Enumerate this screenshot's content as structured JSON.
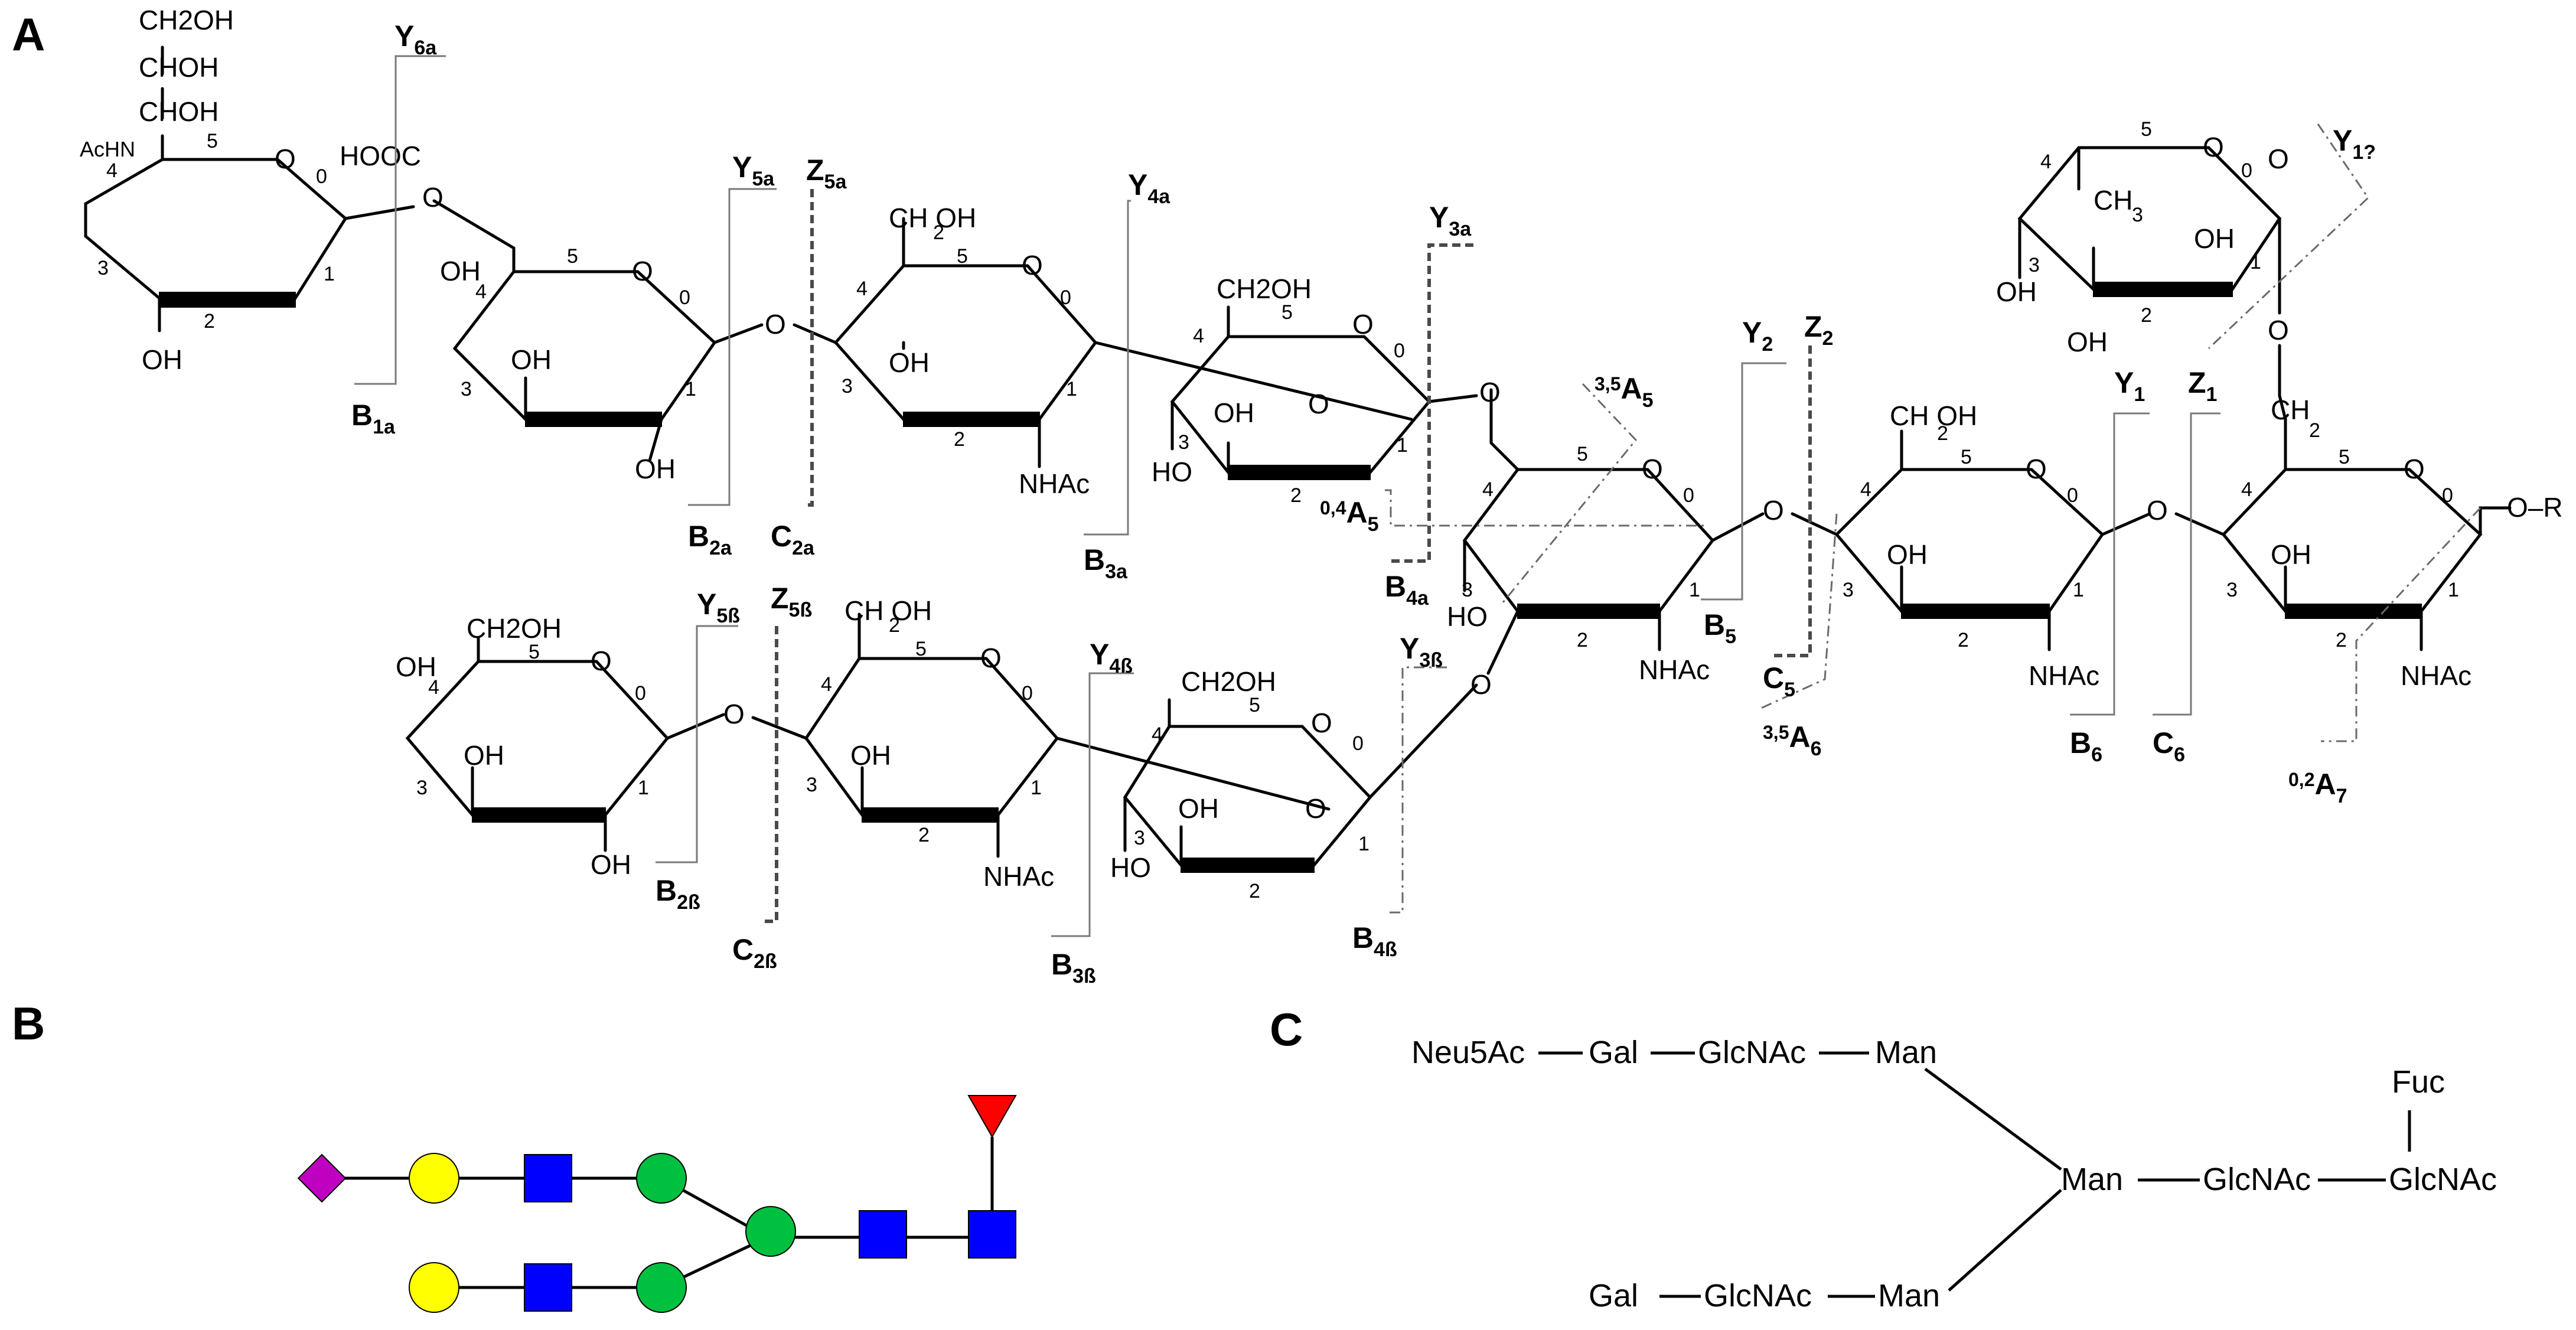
{
  "panels": {
    "A": "A",
    "B": "B",
    "C": "C"
  },
  "structure_A": {
    "sia": {
      "side_chain": [
        "CH2OH",
        "CHOH",
        "CHOH"
      ],
      "acetamido": "AcHN",
      "carboxyl": "HOOC",
      "hydroxyl": "OH",
      "ring_oxygen": "O",
      "numbers": [
        "5",
        "4",
        "3",
        "2",
        "1",
        "0"
      ]
    },
    "gal_a": {
      "hydroxyls": [
        "OH",
        "OH",
        "OH"
      ],
      "ring_oxygen": "O",
      "numbers": [
        "5",
        "4",
        "3",
        "1",
        "0"
      ]
    },
    "glcnac_a": {
      "ch2oh": "CH  OH",
      "ch2oh_sub": "2",
      "hydroxyl": "OH",
      "nhac": "NHAc",
      "ring_oxygen": "O",
      "numbers": [
        "5",
        "4",
        "3",
        "2",
        "1",
        "0"
      ]
    },
    "man_a": {
      "ch2oh": "CH2OH",
      "hydroxyls": [
        "OH",
        "HO"
      ],
      "ring_oxygen": "O",
      "numbers": [
        "5",
        "4",
        "3",
        "2",
        "1",
        "0"
      ]
    },
    "gal_b": {
      "ch2oh": "CH2OH",
      "hydroxyls": [
        "OH",
        "OH",
        "OH"
      ],
      "ring_oxygen": "O",
      "numbers": [
        "5",
        "4",
        "3",
        "1",
        "0"
      ]
    },
    "glcnac_b": {
      "ch2oh": "CH  OH",
      "ch2oh_sub": "2",
      "hydroxyl": "OH",
      "nhac": "NHAc",
      "ring_oxygen": "O",
      "numbers": [
        "5",
        "4",
        "3",
        "2",
        "1",
        "0"
      ]
    },
    "man_b": {
      "ch2oh": "CH2OH",
      "hydroxyls": [
        "OH",
        "HO"
      ],
      "ring_oxygen": "O",
      "numbers": [
        "5",
        "4",
        "3",
        "2",
        "1",
        "0"
      ]
    },
    "man_core": {
      "hydroxyl": "HO",
      "nhac": "NHAc",
      "ring_oxygen": "O",
      "numbers": [
        "5",
        "4",
        "3",
        "2",
        "1",
        "0"
      ]
    },
    "glcnac_core": {
      "ch2oh": "CH  OH",
      "ch2oh_sub": "2",
      "hydroxyl": "OH",
      "nhac": "NHAc",
      "ring_oxygen": "O",
      "numbers": [
        "5",
        "4",
        "3",
        "2",
        "1",
        "0"
      ]
    },
    "glcnac_red": {
      "ch2": "CH",
      "ch2_sub": "2",
      "hydroxyl": "OH",
      "nhac": "NHAc",
      "aglycone": "O–R",
      "ring_oxygen": "O",
      "numbers": [
        "5",
        "4",
        "3",
        "2",
        "1",
        "0"
      ]
    },
    "fuc": {
      "methyl": "CH",
      "methyl_sub": "3",
      "hydroxyls": [
        "OH",
        "OH",
        "OH"
      ],
      "ring_oxygen": "O",
      "numbers": [
        "5",
        "4",
        "3",
        "2",
        "1",
        "0"
      ]
    },
    "glycosidic_oxygens": [
      "O",
      "O",
      "O",
      "O",
      "O",
      "O",
      "O",
      "O",
      "O"
    ]
  },
  "fragments": [
    {
      "id": "Y6a",
      "letter": "Y",
      "sub": "6a"
    },
    {
      "id": "B1a",
      "letter": "B",
      "sub": "1a"
    },
    {
      "id": "Y5a",
      "letter": "Y",
      "sub": "5a"
    },
    {
      "id": "Z5a",
      "letter": "Z",
      "sub": "5a"
    },
    {
      "id": "B2a",
      "letter": "B",
      "sub": "2a"
    },
    {
      "id": "C2a",
      "letter": "C",
      "sub": "2a"
    },
    {
      "id": "Y4a",
      "letter": "Y",
      "sub": "4a"
    },
    {
      "id": "B3a",
      "letter": "B",
      "sub": "3a"
    },
    {
      "id": "Y3a",
      "letter": "Y",
      "sub": "3a"
    },
    {
      "id": "04A5",
      "letter": "A",
      "sub": "5",
      "sup": "0,4"
    },
    {
      "id": "B4a",
      "letter": "B",
      "sub": "4a"
    },
    {
      "id": "35A5",
      "letter": "A",
      "sub": "5",
      "sup": "3,5"
    },
    {
      "id": "Y2",
      "letter": "Y",
      "sub": "2"
    },
    {
      "id": "Z2",
      "letter": "Z",
      "sub": "2"
    },
    {
      "id": "B5",
      "letter": "B",
      "sub": "5"
    },
    {
      "id": "C5",
      "letter": "C",
      "sub": "5"
    },
    {
      "id": "35A6",
      "letter": "A",
      "sub": "6",
      "sup": "3,5"
    },
    {
      "id": "Y1",
      "letter": "Y",
      "sub": "1"
    },
    {
      "id": "Z1",
      "letter": "Z",
      "sub": "1"
    },
    {
      "id": "B6",
      "letter": "B",
      "sub": "6"
    },
    {
      "id": "C6",
      "letter": "C",
      "sub": "6"
    },
    {
      "id": "02A7",
      "letter": "A",
      "sub": "7",
      "sup": "0,2"
    },
    {
      "id": "Y1q",
      "letter": "Y",
      "sub": "1?"
    },
    {
      "id": "Y5b",
      "letter": "Y",
      "sub": "5ß"
    },
    {
      "id": "Z5b",
      "letter": "Z",
      "sub": "5ß"
    },
    {
      "id": "B2b",
      "letter": "B",
      "sub": "2ß"
    },
    {
      "id": "C2b",
      "letter": "C",
      "sub": "2ß"
    },
    {
      "id": "Y4b",
      "letter": "Y",
      "sub": "4ß"
    },
    {
      "id": "B3b",
      "letter": "B",
      "sub": "3ß"
    },
    {
      "id": "Y3b",
      "letter": "Y",
      "sub": "3ß"
    },
    {
      "id": "B4b",
      "letter": "B",
      "sub": "4ß"
    }
  ],
  "symbols_B": {
    "colors": {
      "neu5ac": "#c000c0",
      "gal": "#ffff00",
      "glcnac": "#0000ff",
      "man": "#00c040",
      "fuc": "#ff0000"
    },
    "nodes": [
      {
        "id": "neu5ac",
        "shape": "diamond-icon"
      },
      {
        "id": "gal1",
        "shape": "circle-icon"
      },
      {
        "id": "glcnac1",
        "shape": "square-icon"
      },
      {
        "id": "man1",
        "shape": "circle-icon"
      },
      {
        "id": "gal2",
        "shape": "circle-icon"
      },
      {
        "id": "glcnac2",
        "shape": "square-icon"
      },
      {
        "id": "man2",
        "shape": "circle-icon"
      },
      {
        "id": "man_core",
        "shape": "circle-icon"
      },
      {
        "id": "glcnac3",
        "shape": "square-icon"
      },
      {
        "id": "glcnac4",
        "shape": "square-icon"
      },
      {
        "id": "fuc",
        "shape": "triangle-icon"
      }
    ]
  },
  "text_C": {
    "top": [
      "Neu5Ac",
      "Gal",
      "GlcNAc",
      "Man"
    ],
    "core": [
      "Man",
      "GlcNAc",
      "GlcNAc"
    ],
    "fuc": "Fuc",
    "bottom": [
      "Gal",
      "GlcNAc",
      "Man"
    ]
  }
}
